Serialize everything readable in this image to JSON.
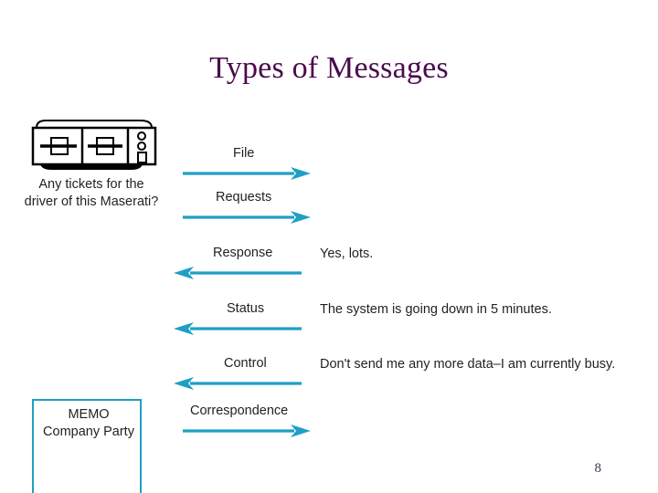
{
  "slide": {
    "title": "Types of Messages",
    "title_color": "#4b0a4e",
    "page_number": "8",
    "accent_color": "#1f9fc4",
    "text_color": "#231f20",
    "background": "#ffffff"
  },
  "computer": {
    "icon_name": "server-computer-icon",
    "caption_line1": "Any tickets for the",
    "caption_line2": "driver of this Maserati?"
  },
  "memo": {
    "line1": "MEMO",
    "line2": "Company Party",
    "border_color": "#1f9fc4"
  },
  "messages": [
    {
      "label": "File",
      "direction": "right",
      "arrow_name": "arrow-right-file",
      "example": ""
    },
    {
      "label": "Requests",
      "direction": "right",
      "arrow_name": "arrow-right-requests",
      "example": ""
    },
    {
      "label": "Response",
      "direction": "left",
      "arrow_name": "arrow-left-response",
      "example": "Yes, lots."
    },
    {
      "label": "Status",
      "direction": "left",
      "arrow_name": "arrow-left-status",
      "example": "The system is going down in 5 minutes."
    },
    {
      "label": "Control",
      "direction": "left",
      "arrow_name": "arrow-left-control",
      "example": "Don't send me any more data–I am currently busy."
    },
    {
      "label": "Correspondence",
      "direction": "right",
      "arrow_name": "arrow-right-correspondence",
      "example": ""
    }
  ]
}
